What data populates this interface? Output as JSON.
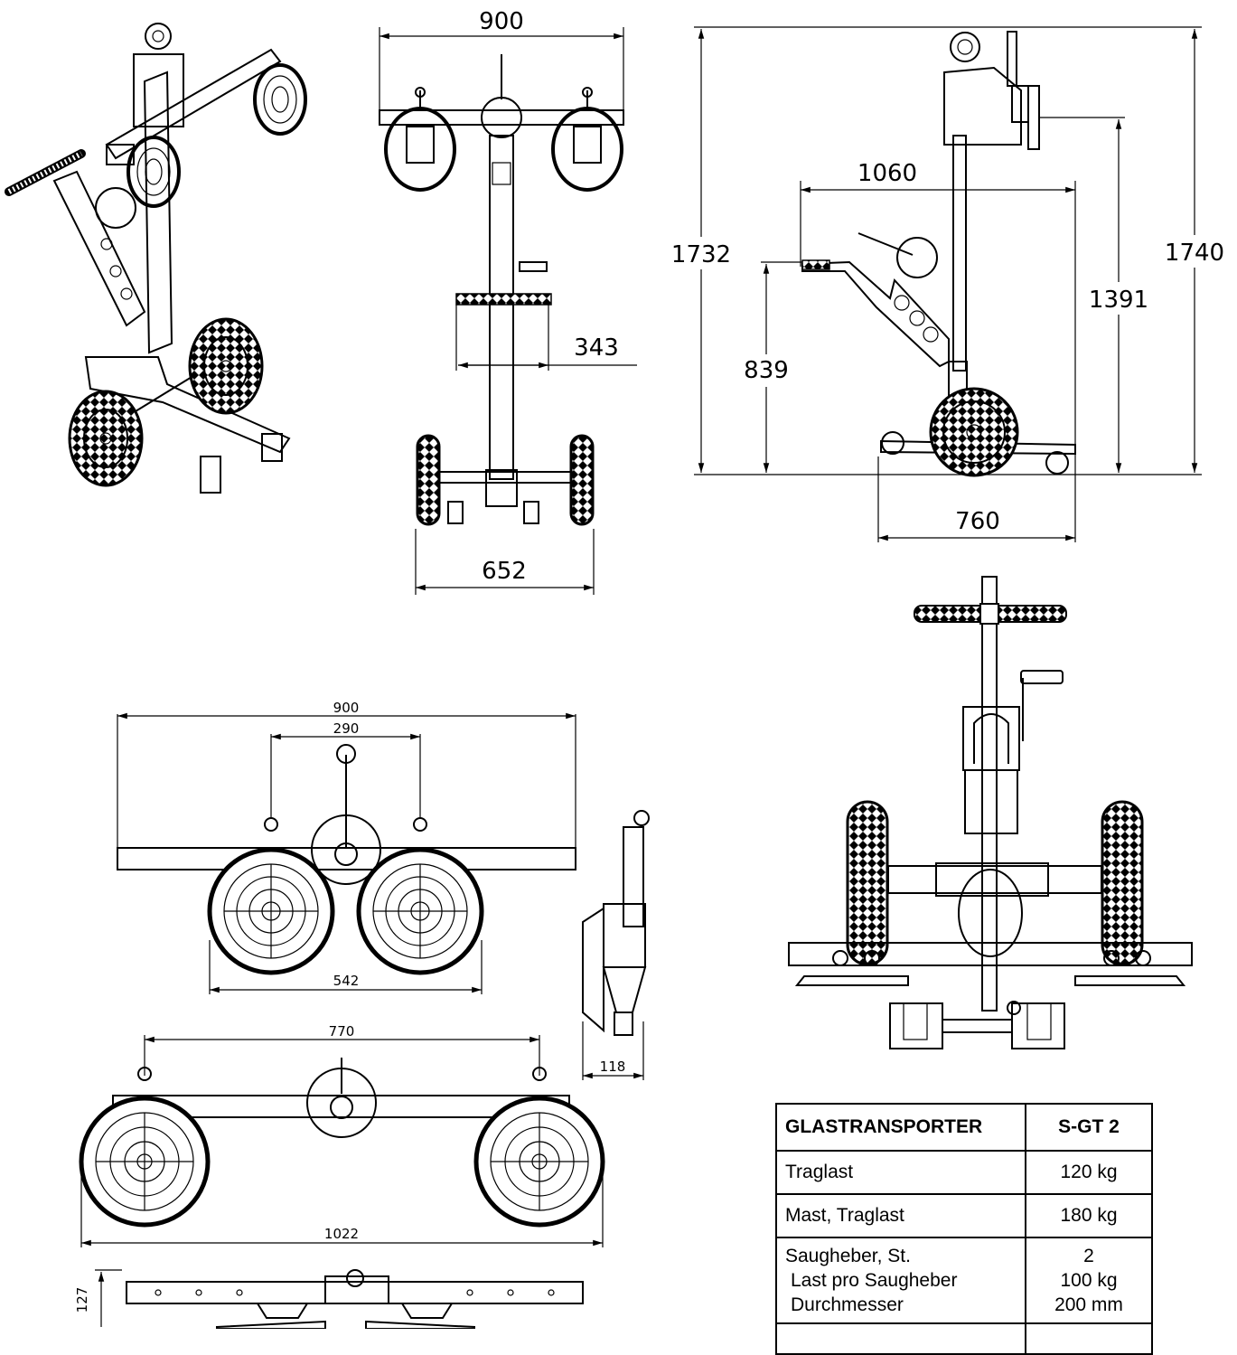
{
  "dimensions": {
    "front_width": "900",
    "front_handle": "343",
    "front_wheelbase": "652",
    "side_total_height": "1732",
    "side_mast_height": "1740",
    "side_handle_reach": "1060",
    "side_handle_height": "839",
    "side_cup_height": "1391",
    "side_base_depth": "760",
    "top_width": "900",
    "top_hook_spacing": "290",
    "top_cups_width": "542",
    "side_small_depth": "118",
    "bottom_hook_spacing": "770",
    "bottom_total_width": "1022",
    "bottom_height": "127"
  },
  "specs": {
    "header": {
      "name": "GLASTRANSPORTER",
      "model": "S-GT 2"
    },
    "rows": [
      {
        "label": "Traglast",
        "value": "120 kg"
      },
      {
        "label": "Mast, Traglast",
        "value": "180 kg"
      }
    ],
    "cups": {
      "label_1": "Saugheber, St.",
      "label_2": "Last pro Saugheber",
      "label_3": "Durchmesser",
      "value_1": "2",
      "value_2": "100 kg",
      "value_3": "200 mm"
    }
  }
}
